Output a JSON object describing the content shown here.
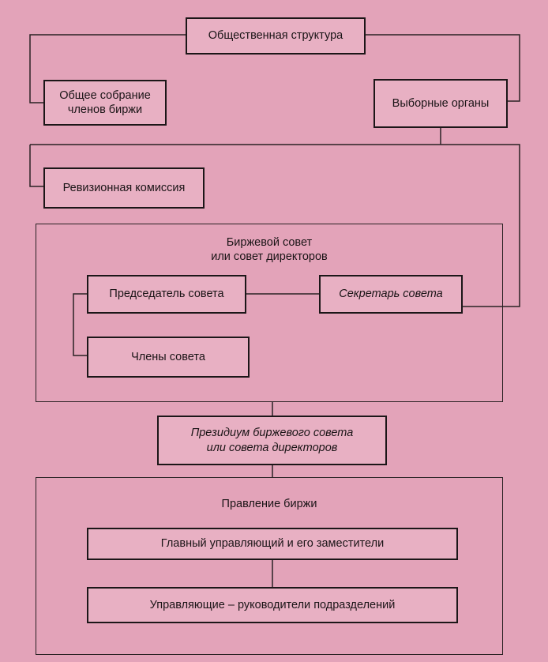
{
  "diagram": {
    "public_structure": "Общественная структура",
    "general_meeting": "Общее собрание\nчленов биржи",
    "elected_bodies": "Выборные органы",
    "audit_commission": "Ревизионная комиссия",
    "exchange_council": "Биржевой совет\nили совет директоров",
    "council_chairman": "Председатель совета",
    "council_secretary": "Секретарь совета",
    "council_members": "Члены совета",
    "presidium": "Президиум биржевого совета\nили совета директоров",
    "exchange_board": "Правление биржи",
    "chief_manager": "Главный управляющий и его заместители",
    "division_managers": "Управляющие – руководители подразделений"
  },
  "colors": {
    "background": "#e3a3b9",
    "box_fill": "#e8b0c3",
    "line": "#1c1618"
  }
}
